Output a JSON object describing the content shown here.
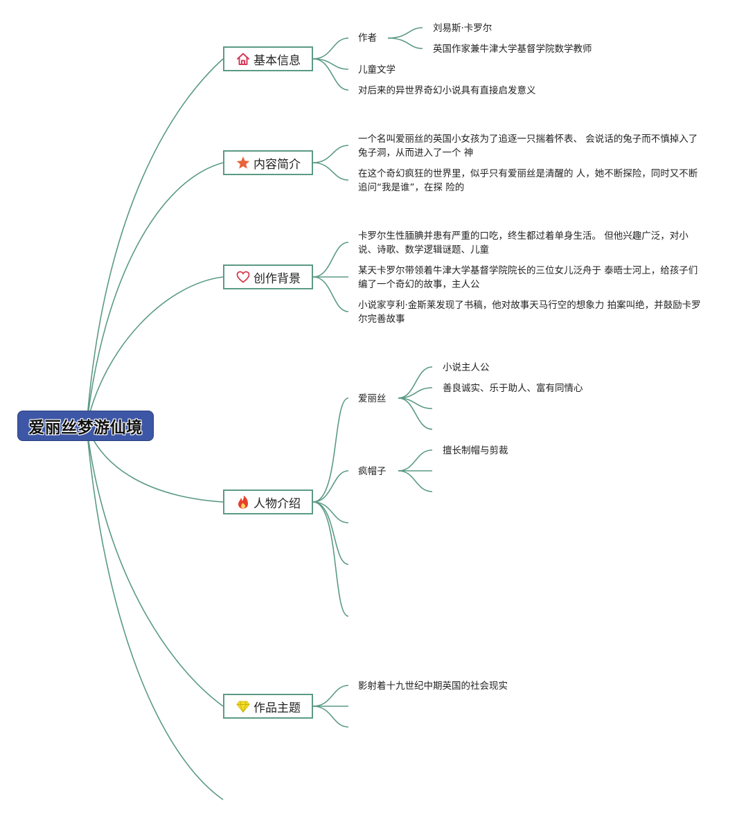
{
  "root": {
    "title": "爱丽丝梦游仙境"
  },
  "branches": [
    {
      "label": "基本信息",
      "icon": "house-icon"
    },
    {
      "label": "内容简介",
      "icon": "star-icon"
    },
    {
      "label": "创作背景",
      "icon": "heart-icon"
    },
    {
      "label": "人物介绍",
      "icon": "flame-icon"
    },
    {
      "label": "作品主题",
      "icon": "diamond-icon"
    }
  ],
  "basic_info": {
    "author_label": "作者",
    "author_name": "刘易斯·卡罗尔",
    "author_desc": "英国作家兼牛津大学基督学院数学教师",
    "genre": "儿童文学",
    "influence": "对后来的异世界奇幻小说具有直接启发意义"
  },
  "summary": {
    "p1": "一个名叫爱丽丝的英国小女孩为了追逐一只揣着怀表、 会说话的兔子而不慎掉入了兔子洞，从而进入了一个 神",
    "p2": "在这个奇幻疯狂的世界里，似乎只有爱丽丝是清醒的 人，她不断探险，同时又不断追问“我是谁”，在探 险的"
  },
  "background": {
    "p1": "卡罗尔生性腼腆并患有严重的口吃，终生都过着单身生活。 但他兴趣广泛，对小说、诗歌、数学逻辑谜题、儿童",
    "p2": "某天卡罗尔带领着牛津大学基督学院院长的三位女儿泛舟于 泰晤士河上，给孩子们编了一个奇幻的故事，主人公",
    "p3": "小说家亨利·金斯莱发现了书稿，他对故事天马行空的想象力 拍案叫绝，并鼓励卡罗尔完善故事"
  },
  "characters": {
    "alice": {
      "name": "爱丽丝",
      "role": "小说主人公",
      "traits": "善良诚实、乐于助人、富有同情心"
    },
    "hatter": {
      "name": "疯帽子",
      "skill": "擅长制帽与剪裁"
    }
  },
  "theme": {
    "p1": "影射着十九世纪中期英国的社会现实"
  },
  "colors": {
    "root_fill": "#3d57a6",
    "line": "#5a9a83",
    "house": "#d63a5a",
    "star": "#e8643a",
    "heart": "#d63a4a",
    "flame": "#e8402a",
    "diamond": "#f2dd2a"
  }
}
